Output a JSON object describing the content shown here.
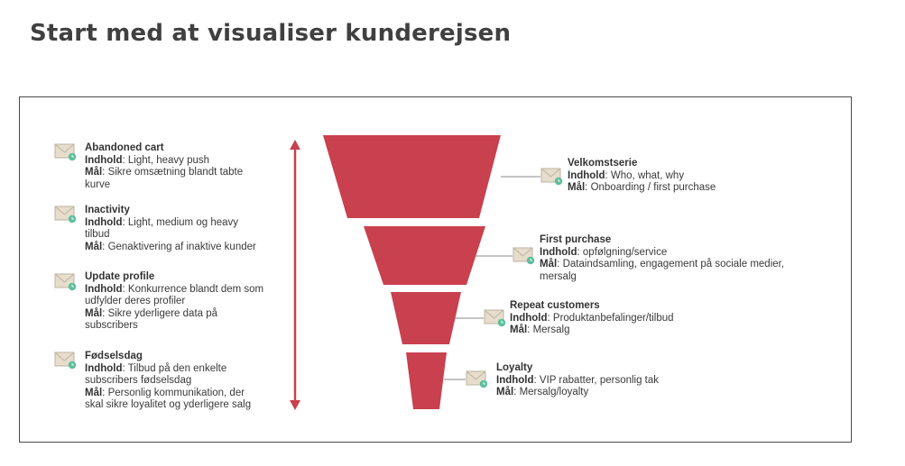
{
  "title": "Start med at visualiser kunderejsen",
  "colors": {
    "funnel": "#c9404e",
    "arrow": "#c9404e",
    "envelope": "#e6ddcc",
    "clock": "#5bbf9a",
    "text": "#3a3a3a"
  },
  "left_items": [
    {
      "title": "Abandoned cart",
      "content_key": "Indhold",
      "content": "Light, heavy push",
      "goal_key": "Mål",
      "goal_lines": [
        "Sikre omsætning blandt tabte",
        "kurve"
      ]
    },
    {
      "title": "Inactivity",
      "content_key": "Indhold",
      "content_lines": [
        "Light, medium og heavy",
        "tilbud"
      ],
      "goal_key": "Mål",
      "goal": "Genaktivering af inaktive kunder"
    },
    {
      "title": "Update profile",
      "content_key": "Indhold",
      "content_lines": [
        "Konkurrence blandt dem som",
        "udfylder deres profiler"
      ],
      "goal_key": "Mål",
      "goal_lines": [
        "Sikre yderligere data på",
        "subscribers"
      ]
    },
    {
      "title": "Fødselsdag",
      "content_key": "Indhold",
      "content_lines": [
        "Tilbud på den enkelte",
        "subscribers fødselsdag"
      ],
      "goal_key": "Mål",
      "goal_lines": [
        "Personlig kommunikation, der",
        "skal sikre loyalitet og yderligere salg"
      ]
    }
  ],
  "right_items": [
    {
      "title": "Velkomstserie",
      "content_key": "Indhold",
      "content": "Who, what, why",
      "goal_key": "Mål",
      "goal": "Onboarding / first purchase"
    },
    {
      "title": "First purchase",
      "content_key": "Indhold",
      "content": "opfølgning/service",
      "goal_key": "Mål",
      "goal_lines": [
        "Dataindsamling, engagement på sociale medier,",
        "mersalg"
      ]
    },
    {
      "title": "Repeat customers",
      "content_key": "Indhold",
      "content": "Produktanbefalinger/tilbud",
      "goal_key": "Mål",
      "goal": "Mersalg"
    },
    {
      "title": "Loyalty",
      "content_key": "Indhold",
      "content": "VIP rabatter, personlig tak",
      "goal_key": "Mål",
      "goal": "Mersalg/loyalty"
    }
  ],
  "icons": {
    "envelope": "envelope-clock-icon"
  }
}
